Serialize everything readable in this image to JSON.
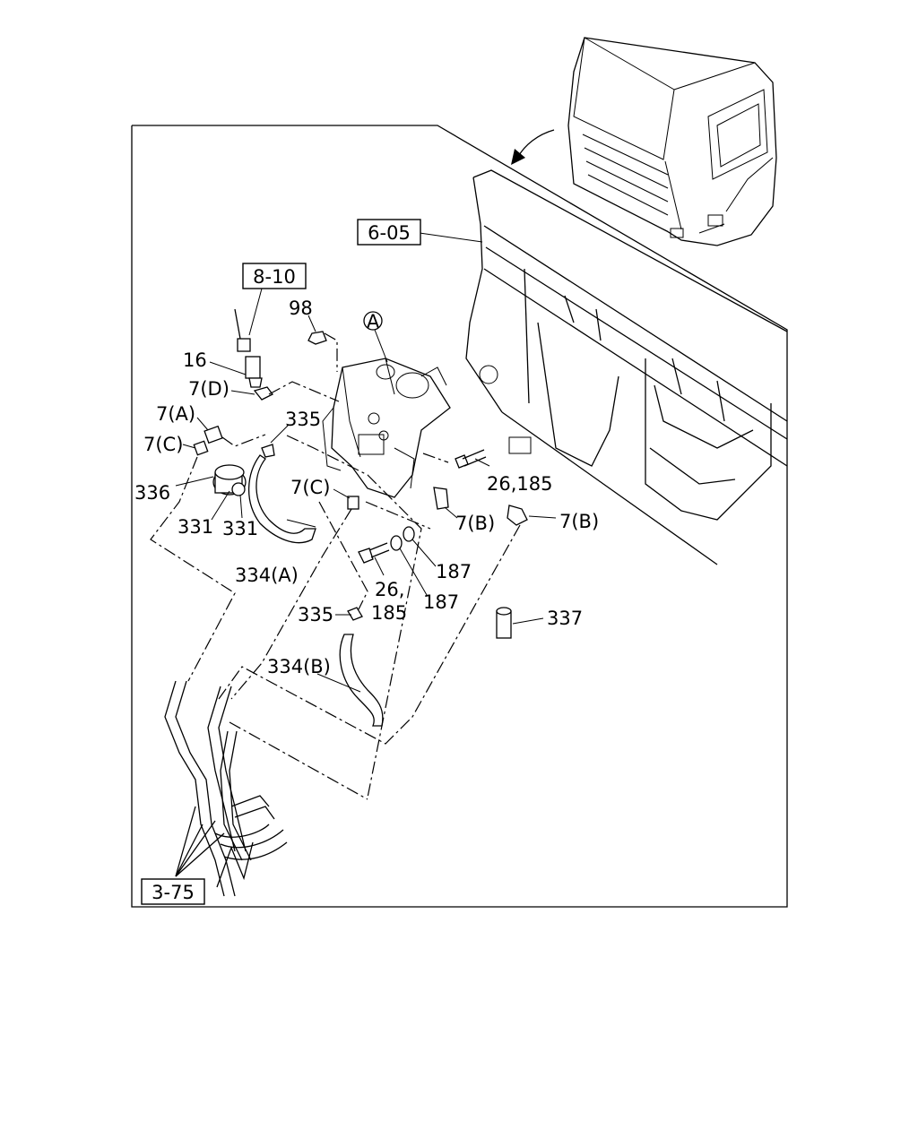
{
  "references": {
    "ref_6_05": "6-05",
    "ref_8_10": "8-10",
    "ref_3_75": "3-75"
  },
  "callout_letter": "A",
  "labels": {
    "p98": "98",
    "p16": "16",
    "p7d": "7(D)",
    "p7a": "7(A)",
    "p7c_left": "7(C)",
    "p335_top": "335",
    "p336": "336",
    "p331_a": "331",
    "p331_b": "331",
    "p334a": "334(A)",
    "p7c_mid": "7(C)",
    "p26_185_right_1": "26,185",
    "p7b_mid": "7(B)",
    "p7b_right": "7(B)",
    "p187_a": "187",
    "p187_b": "187",
    "p26_mid": "26,",
    "p185_mid": "185",
    "p335_bottom": "335",
    "p337": "337",
    "p334b": "334(B)"
  }
}
